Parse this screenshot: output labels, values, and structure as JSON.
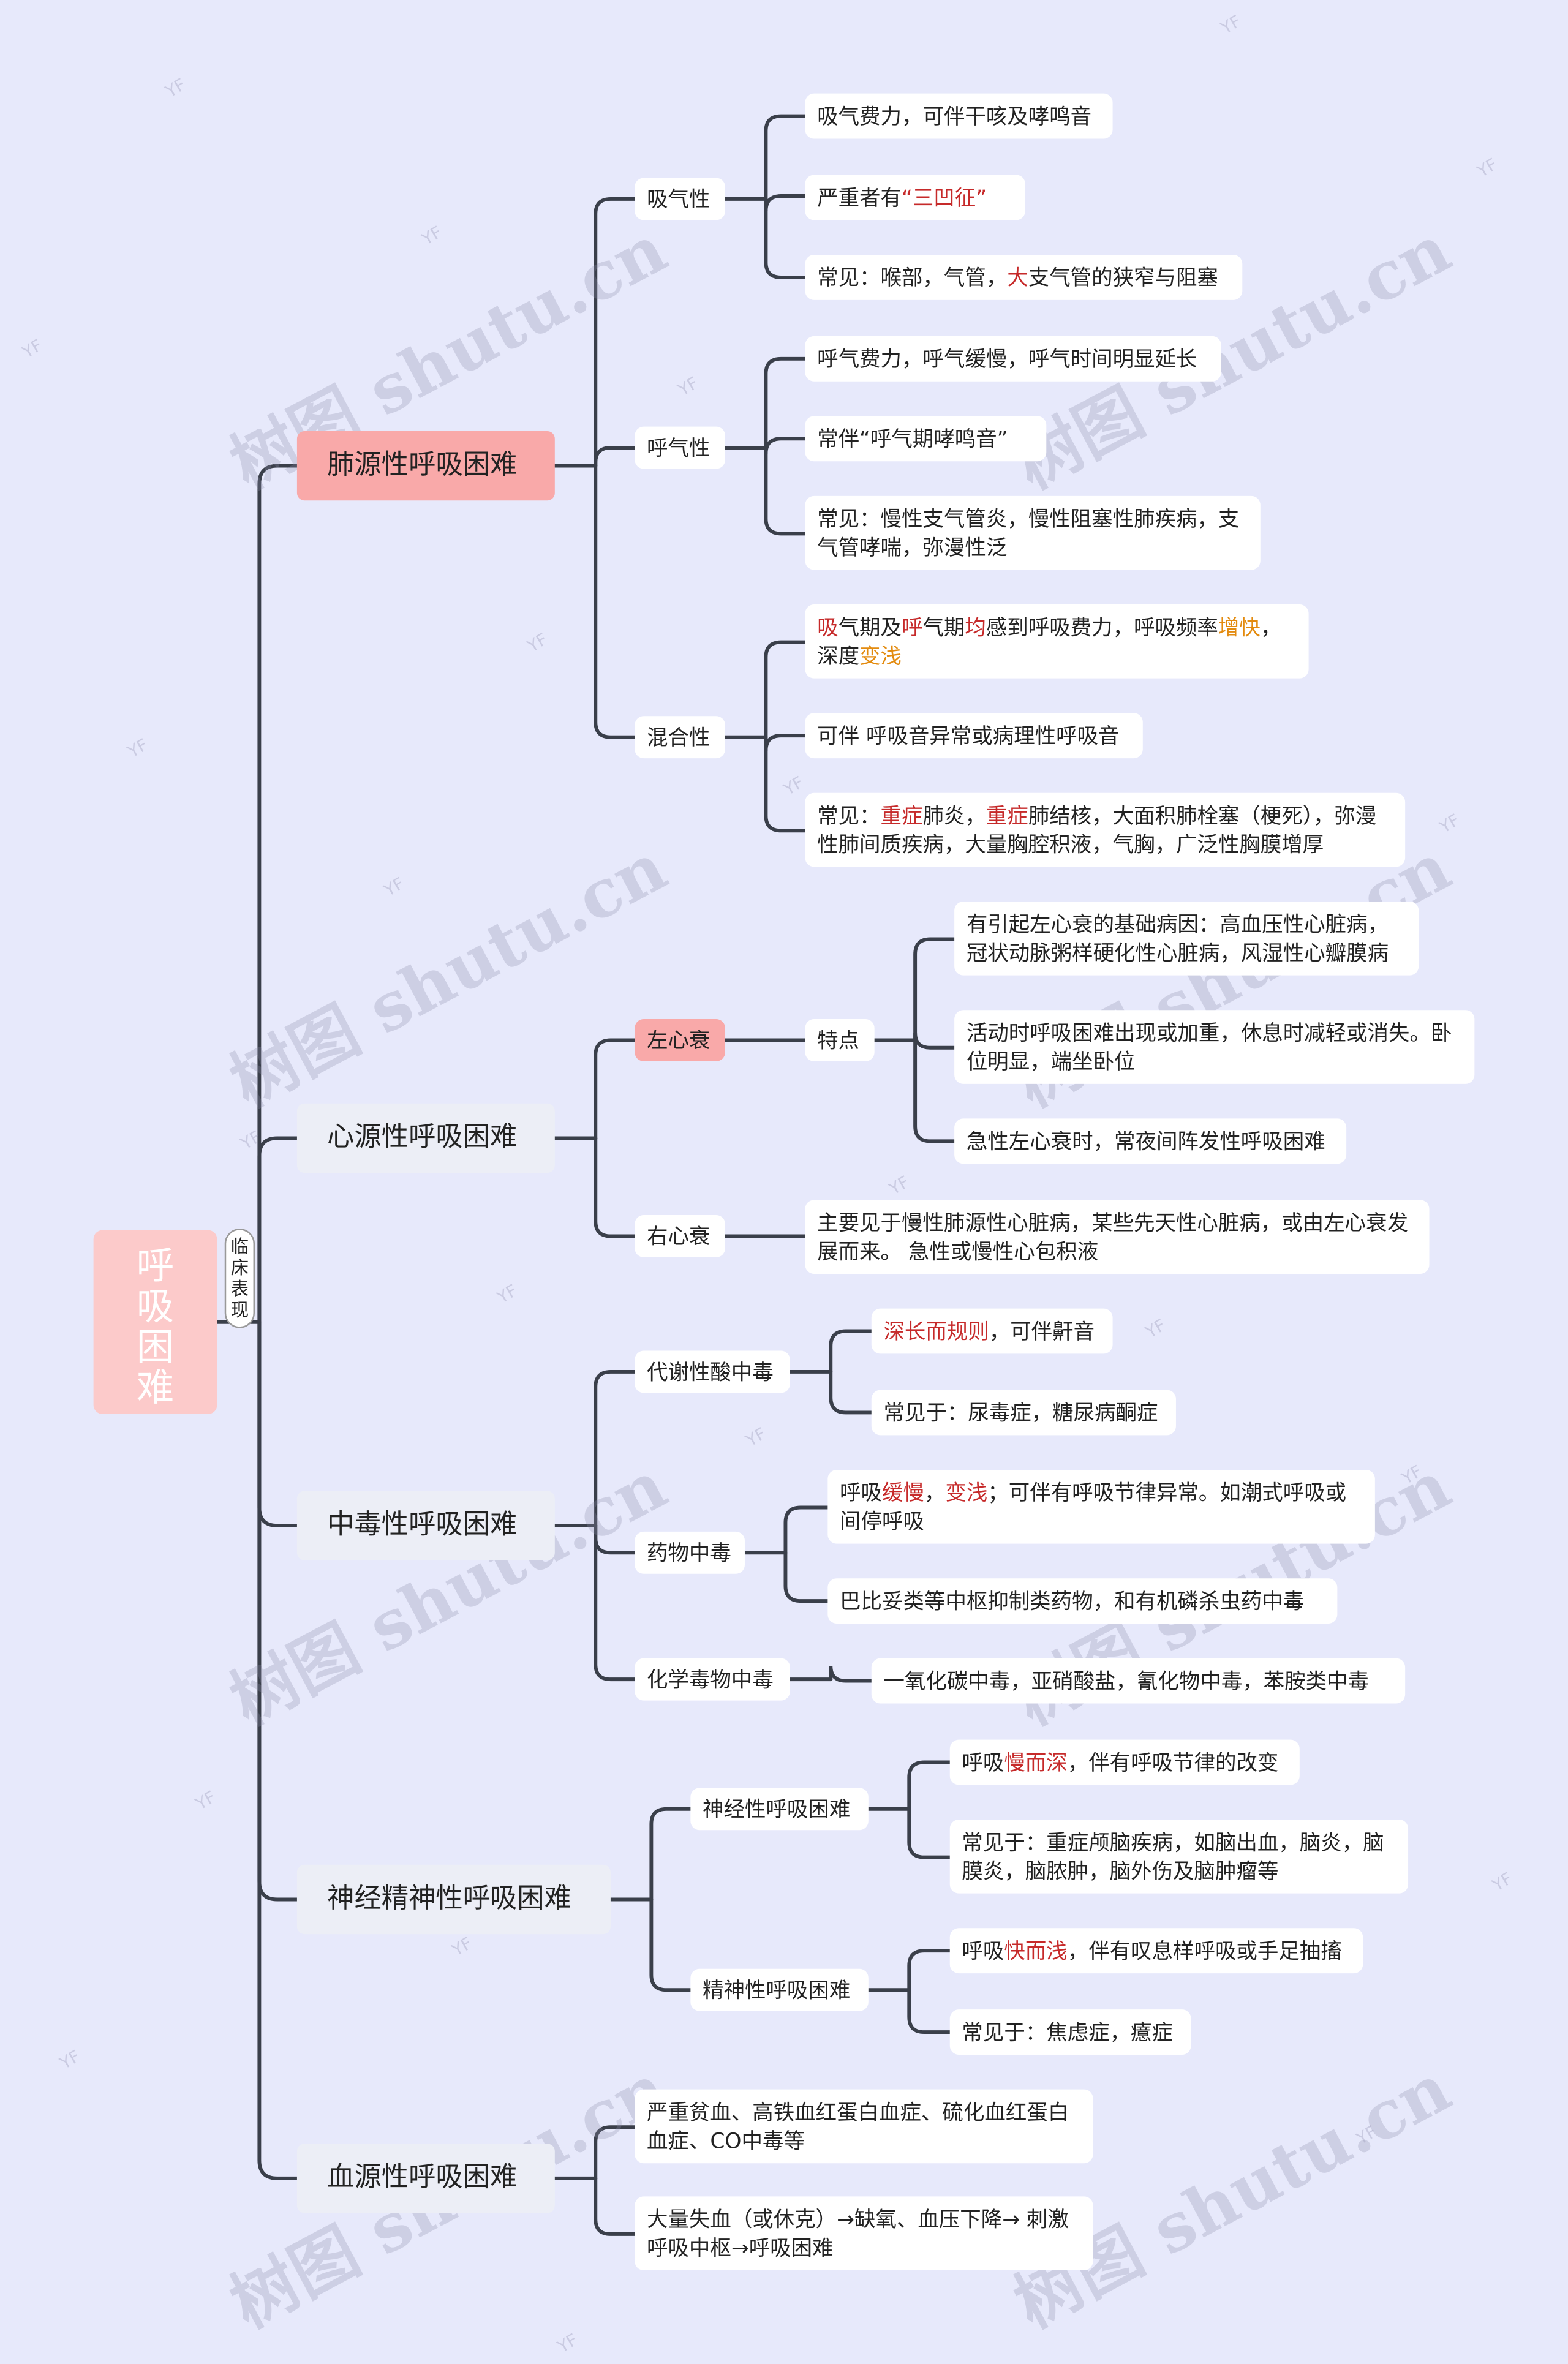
{
  "root": {
    "title": "呼吸困难",
    "label": "临床表现"
  },
  "watermark": {
    "text": "树图 shutu.cn",
    "mark": "YF"
  },
  "colors": {
    "line": "#3a3f4a",
    "highlight": "#f9a9a9",
    "root_bg": "#fccaca",
    "red": "#c62a2a",
    "orange": "#e38b0f",
    "background": "#e7e9fb"
  },
  "branches": [
    {
      "title": "肺源性呼吸困难",
      "children": [
        {
          "title": "吸气性",
          "leaves": [
            {
              "segments": [
                {
                  "t": "吸气费力，可伴干咳及哮鸣音"
                }
              ]
            },
            {
              "segments": [
                {
                  "t": "严重者有"
                },
                {
                  "t": "“三凹征”",
                  "c": "red"
                }
              ]
            },
            {
              "segments": [
                {
                  "t": "常见：喉部，气管，"
                },
                {
                  "t": "大",
                  "c": "red"
                },
                {
                  "t": "支气管的狭窄与阻塞"
                }
              ]
            }
          ]
        },
        {
          "title": "呼气性",
          "leaves": [
            {
              "segments": [
                {
                  "t": "呼气费力，呼气缓慢，呼气时间明显延长"
                }
              ]
            },
            {
              "segments": [
                {
                  "t": "常伴“呼气期哮鸣音”"
                }
              ]
            },
            {
              "segments": [
                {
                  "t": "常见：慢性支气管炎，慢性阻塞性肺疾病，支气管哮喘，弥漫性泛"
                }
              ]
            }
          ]
        },
        {
          "title": "混合性",
          "leaves": [
            {
              "segments": [
                {
                  "t": "吸",
                  "c": "red"
                },
                {
                  "t": "气期及"
                },
                {
                  "t": "呼",
                  "c": "red"
                },
                {
                  "t": "气期"
                },
                {
                  "t": "均",
                  "c": "red"
                },
                {
                  "t": "感到呼吸费力，呼吸频率"
                },
                {
                  "t": "增快",
                  "c": "orange"
                },
                {
                  "t": "，深度"
                },
                {
                  "t": "变浅",
                  "c": "orange"
                }
              ]
            },
            {
              "segments": [
                {
                  "t": "可伴 呼吸音异常或病理性呼吸音"
                }
              ]
            },
            {
              "segments": [
                {
                  "t": "常见："
                },
                {
                  "t": "重症",
                  "c": "red"
                },
                {
                  "t": "肺炎，"
                },
                {
                  "t": "重症",
                  "c": "red"
                },
                {
                  "t": "肺结核，大面积肺栓塞（梗死），弥漫性肺间质疾病，大量胸腔积液，气胸，广泛性胸膜增厚"
                }
              ]
            }
          ]
        }
      ]
    },
    {
      "title": "心源性呼吸困难",
      "children": [
        {
          "title": "左心衰",
          "mid": "特点",
          "leaves": [
            {
              "segments": [
                {
                  "t": "有引起左心衰的基础病因：高血压性心脏病，冠状动脉粥样硬化性心脏病，风湿性心瓣膜病"
                }
              ]
            },
            {
              "segments": [
                {
                  "t": "活动时呼吸困难出现或加重，休息时减轻或消失。卧位明显，端坐卧位"
                }
              ]
            },
            {
              "segments": [
                {
                  "t": "急性左心衰时，常夜间阵发性呼吸困难"
                }
              ]
            }
          ]
        },
        {
          "title": "右心衰",
          "leaves": [
            {
              "segments": [
                {
                  "t": "主要见于慢性肺源性心脏病，某些先天性心脏病，或由左心衰发展而来。 急性或慢性心包积液"
                }
              ]
            }
          ]
        }
      ]
    },
    {
      "title": "中毒性呼吸困难",
      "children": [
        {
          "title": "代谢性酸中毒",
          "leaves": [
            {
              "segments": [
                {
                  "t": "深长而规则",
                  "c": "red"
                },
                {
                  "t": "，可伴鼾音"
                }
              ]
            },
            {
              "segments": [
                {
                  "t": "常见于：尿毒症，糖尿病酮症"
                }
              ]
            }
          ]
        },
        {
          "title": "药物中毒",
          "leaves": [
            {
              "segments": [
                {
                  "t": "呼吸"
                },
                {
                  "t": "缓慢",
                  "c": "red"
                },
                {
                  "t": "，"
                },
                {
                  "t": "变浅",
                  "c": "red"
                },
                {
                  "t": "；可伴有呼吸节律异常。如潮式呼吸或间停呼吸"
                }
              ]
            },
            {
              "segments": [
                {
                  "t": "巴比妥类等中枢抑制类药物，和有机磷杀虫药中毒"
                }
              ]
            }
          ]
        },
        {
          "title": "化学毒物中毒",
          "leaves": [
            {
              "segments": [
                {
                  "t": "一氧化碳中毒，亚硝酸盐，氰化物中毒，苯胺类中毒"
                }
              ]
            }
          ]
        }
      ]
    },
    {
      "title": "神经精神性呼吸困难",
      "children": [
        {
          "title": "神经性呼吸困难",
          "leaves": [
            {
              "segments": [
                {
                  "t": "呼吸"
                },
                {
                  "t": "慢而深",
                  "c": "red"
                },
                {
                  "t": "，伴有呼吸节律的改变"
                }
              ]
            },
            {
              "segments": [
                {
                  "t": "常见于：重症颅脑疾病，如脑出血，脑炎，脑膜炎，脑脓肿，脑外伤及脑肿瘤等"
                }
              ]
            }
          ]
        },
        {
          "title": "精神性呼吸困难",
          "leaves": [
            {
              "segments": [
                {
                  "t": "呼吸"
                },
                {
                  "t": "快而浅",
                  "c": "red"
                },
                {
                  "t": "，伴有叹息样呼吸或手足抽搐"
                }
              ]
            },
            {
              "segments": [
                {
                  "t": "常见于：焦虑症，癔症"
                }
              ]
            }
          ]
        }
      ]
    },
    {
      "title": "血源性呼吸困难",
      "leaves": [
        {
          "segments": [
            {
              "t": "严重贫血、高铁血红蛋白血症、硫化血红蛋白血症、CO中毒等"
            }
          ]
        },
        {
          "segments": [
            {
              "t": "大量失血（或休克）→缺氧、血压下降→ 刺激呼吸中枢→呼吸困难"
            }
          ]
        }
      ]
    }
  ]
}
